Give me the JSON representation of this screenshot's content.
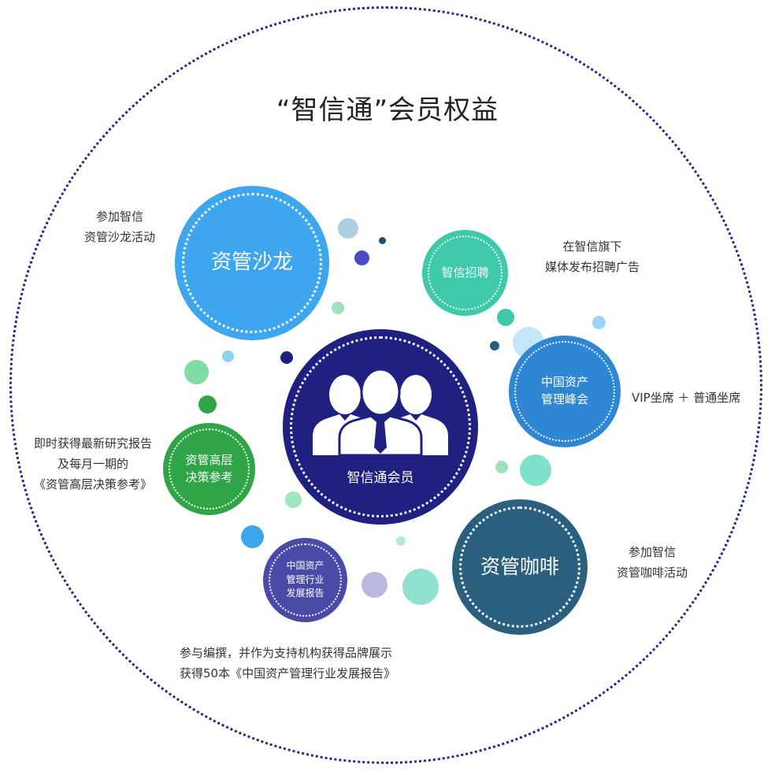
{
  "title": "“智信通”会员权益",
  "center": {
    "label": "智信通会员",
    "icon": "people-group-icon",
    "color": "#1f2080"
  },
  "benefits": [
    {
      "id": "salon",
      "label": "资管沙龙",
      "color": "#3ea6ef",
      "note": "参加智信\n资管沙龙活动"
    },
    {
      "id": "recruit",
      "label": "智信招聘",
      "color": "#3ec9a8",
      "note": "在智信旗下\n媒体发布招聘广告"
    },
    {
      "id": "summit",
      "label": "中国资产\n管理峰会",
      "color": "#2f87d3",
      "note": "VIP坐席 ＋ 普通坐席"
    },
    {
      "id": "exec",
      "label": "资管高层\n决策参考",
      "color": "#2fa548",
      "note": "即时获得最新研究报告\n及每月一期的\n《资管高层决策参考》"
    },
    {
      "id": "report",
      "label": "中国资产\n管理行业\n发展报告",
      "color": "#4a4ba7",
      "note": "参与编撰，并作为支持机构获得品牌展示\n获得50本《中国资产管理行业发展报告》"
    },
    {
      "id": "coffee",
      "label": "资管咖啡",
      "color": "#2a5f7e",
      "note": "参加智信\n资管咖啡活动"
    }
  ],
  "colors": {
    "ring": "#1f2b86",
    "text": "#333333"
  }
}
